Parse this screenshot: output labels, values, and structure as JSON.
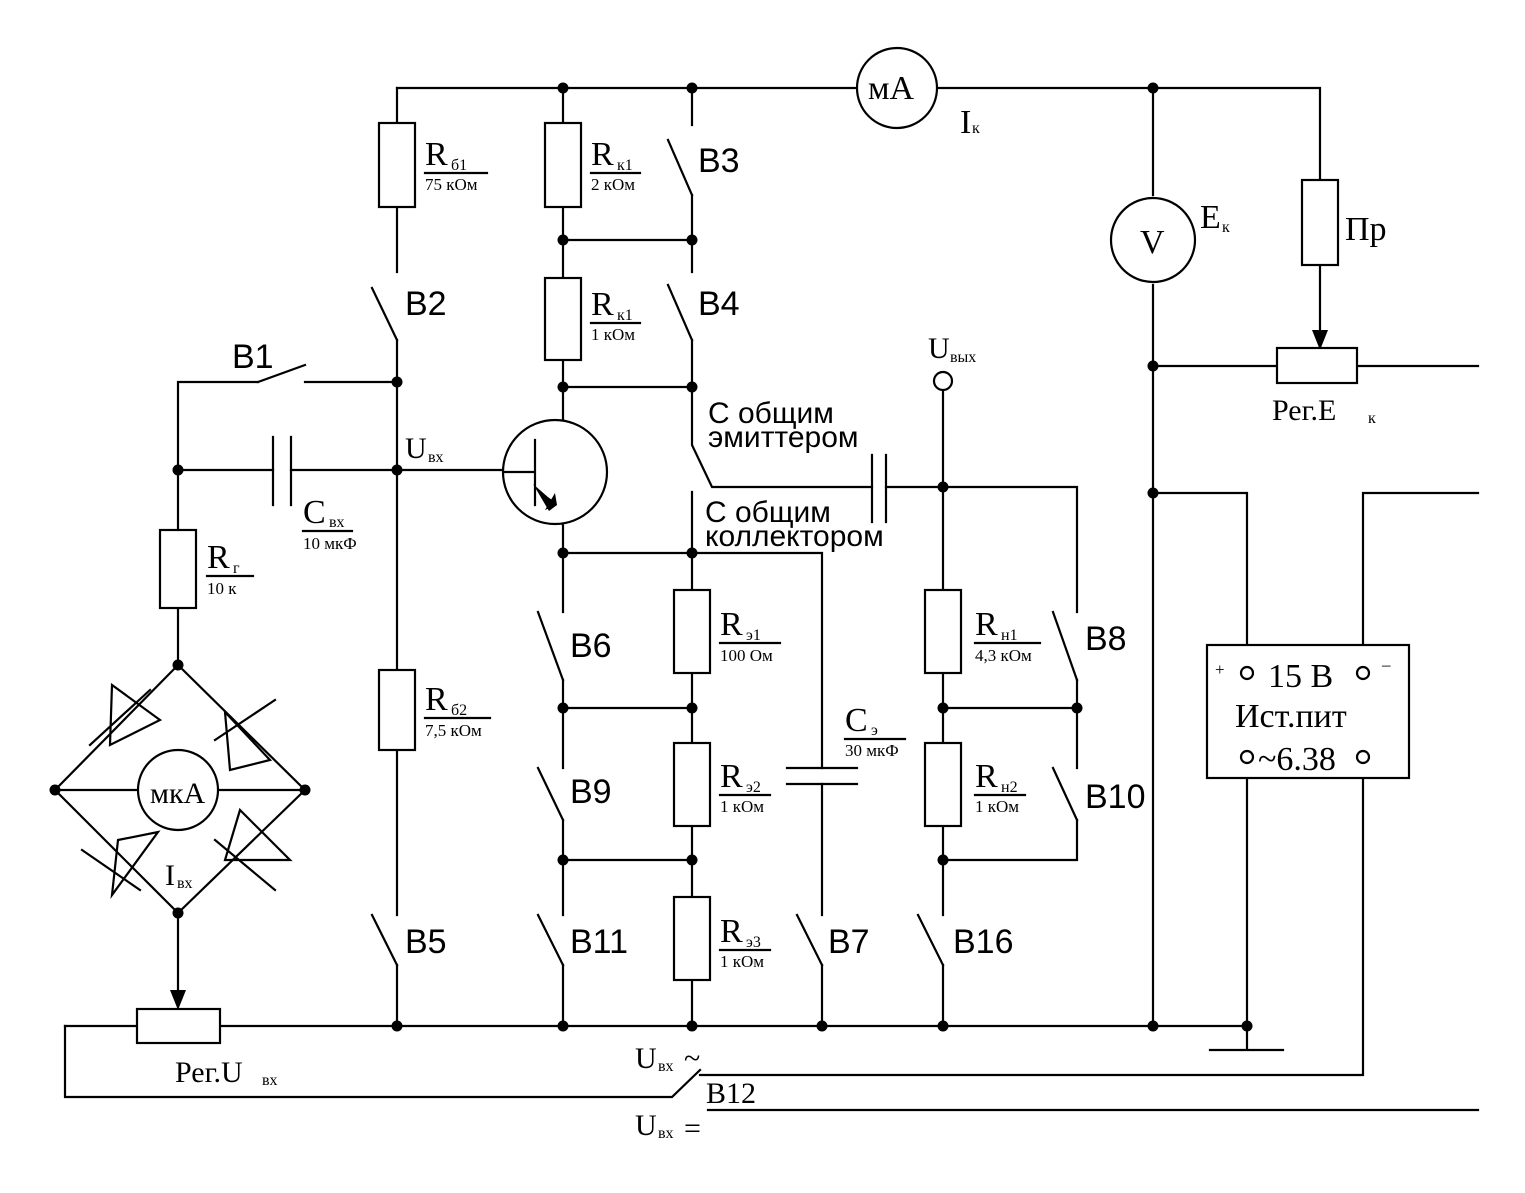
{
  "labels": {
    "mA": "мА",
    "Ik": "I",
    "Ik_sub": "к",
    "V": "V",
    "Ek": "E",
    "Ek_sub": "к",
    "Pr": "Пр",
    "RegEk": "Рег.E",
    "RegEk_sub": "к",
    "Uvyh": "U",
    "Uvyh_sub": "вых",
    "Uvx": "U",
    "Uvx_sub": "вх",
    "mkA": "мкА",
    "Ivx": "I",
    "Ivx_sub": "вх",
    "RegUvx": "Рег.U",
    "RegUvx_sub": "вх",
    "Uvx_ac": "U",
    "Uvx_ac_sub": "вх",
    "Uvx_ac_sym": "~",
    "Uvx_dc": "U",
    "Uvx_dc_sub": "вх",
    "Uvx_dc_sym": "=",
    "B12": "В12",
    "common_emitter_1": "С общим",
    "common_emitter_2": "эмиттером",
    "common_collector_1": "С общим",
    "common_collector_2": "коллектором"
  },
  "switches": [
    "В1",
    "В2",
    "В3",
    "В4",
    "В5",
    "В6",
    "В7",
    "В8",
    "В9",
    "В10",
    "В11",
    "В16"
  ],
  "components": {
    "Rb1": {
      "name": "R",
      "sub": "б1",
      "value": "75 кОм"
    },
    "Rk1a": {
      "name": "R",
      "sub": "к1",
      "value": "2 кОм"
    },
    "Rk1b": {
      "name": "R",
      "sub": "к1",
      "value": "1 кОм"
    },
    "Rg": {
      "name": "R",
      "sub": "г",
      "value": "10 к"
    },
    "Cvx": {
      "name": "C",
      "sub": "вх",
      "value": "10 мкФ"
    },
    "Rb2": {
      "name": "R",
      "sub": "б2",
      "value": "7,5 кОм"
    },
    "Re1": {
      "name": "R",
      "sub": "э1",
      "value": "100 Ом"
    },
    "Re2": {
      "name": "R",
      "sub": "э2",
      "value": "1 кОм"
    },
    "Re3": {
      "name": "R",
      "sub": "э3",
      "value": "1 кОм"
    },
    "Ce": {
      "name": "C",
      "sub": "э",
      "value": "30 мкФ"
    },
    "Rn1": {
      "name": "R",
      "sub": "н1",
      "value": "4,3 кОм"
    },
    "Rn2": {
      "name": "R",
      "sub": "н2",
      "value": "1 кОм"
    }
  },
  "power_supply": {
    "voltage": "15 В",
    "name": "Ист.пит",
    "ac": "~6.38",
    "plus": "+",
    "minus": "–"
  }
}
